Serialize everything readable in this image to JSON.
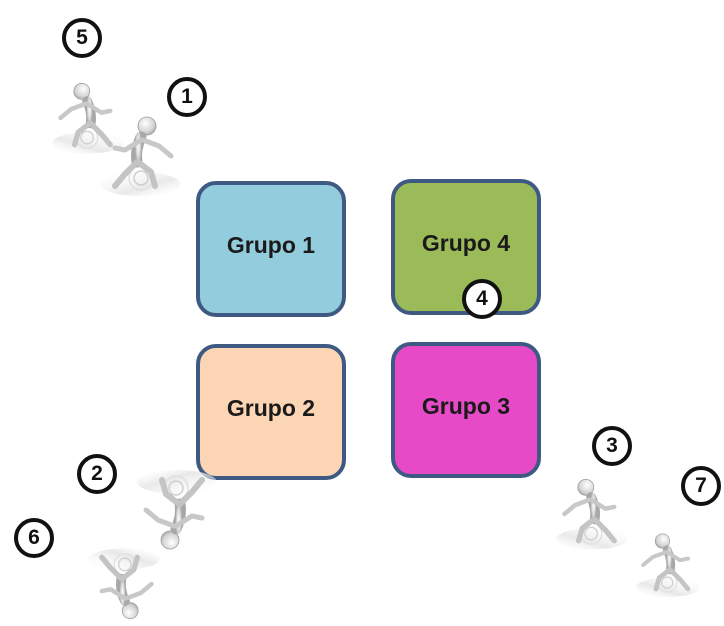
{
  "groups": [
    {
      "id": "g1",
      "label": "Grupo 1",
      "color": "#93cddd"
    },
    {
      "id": "g4",
      "label": "Grupo 4",
      "color": "#9bbb59"
    },
    {
      "id": "g2",
      "label": "Grupo 2",
      "color": "#fcd5b5"
    },
    {
      "id": "g3",
      "label": "Grupo 3",
      "color": "#e64ac7"
    }
  ],
  "badges": {
    "b5": "5",
    "b1": "1",
    "b4": "4",
    "b2": "2",
    "b6": "6",
    "b3": "3",
    "b7": "7"
  },
  "colors": {
    "box_border": "#3f5a82",
    "badge_border": "#111111",
    "figure": "#d9d9d9"
  }
}
